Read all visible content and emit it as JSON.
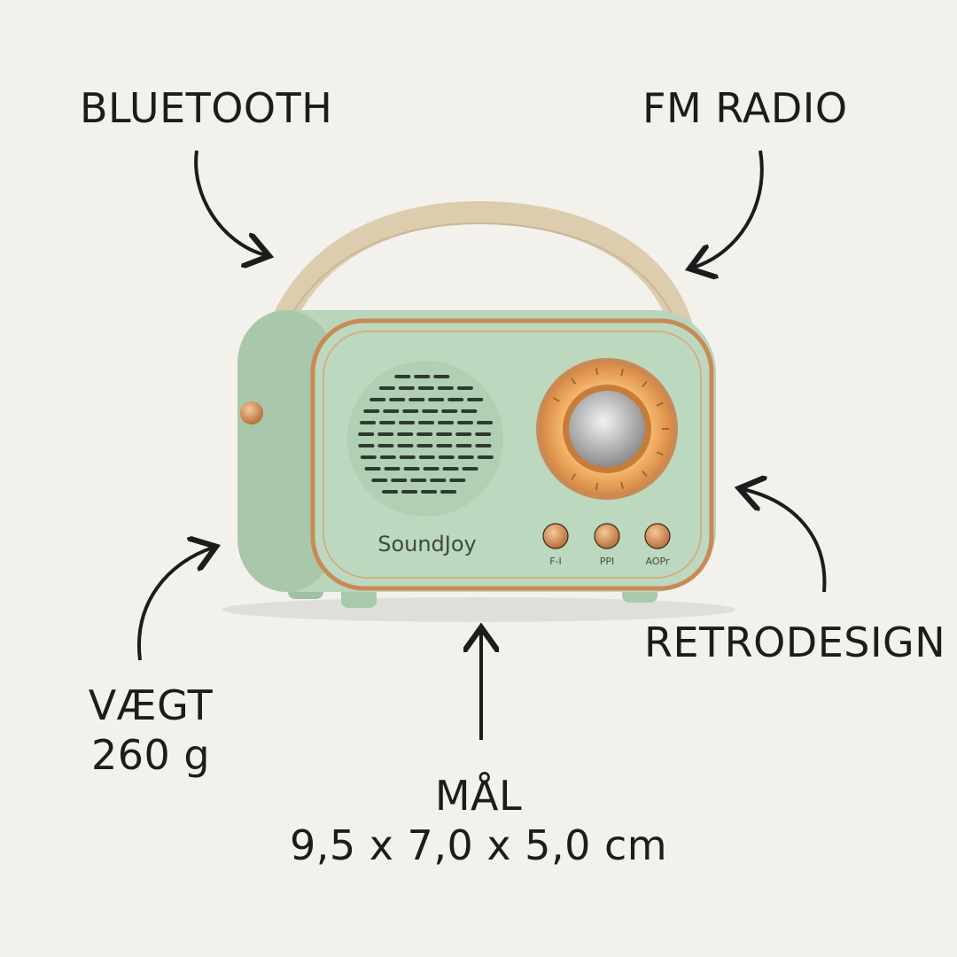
{
  "features": {
    "bluetooth": "BLUETOOTH",
    "fm_radio": "FM RADIO",
    "retrodesign": "RETRODESIGN",
    "weight_label": "VÆGT",
    "weight_value": "260 g",
    "size_label": "MÅL",
    "size_value": "9,5 x 7,0 x 5,0 cm"
  },
  "product": {
    "brand": "SoundJoy",
    "buttons": [
      "F-I",
      "PPI",
      "AOPr"
    ]
  },
  "colors": {
    "background": "#f3f1ec",
    "body": "#b9d5bb",
    "copper": "#c98a55",
    "handle": "#dccdae"
  }
}
